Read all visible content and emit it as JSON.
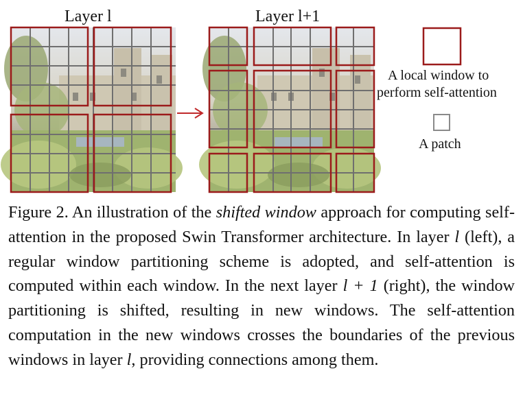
{
  "figure": {
    "layer_l_label": "Layer l",
    "layer_l1_label": "Layer l+1",
    "legend_window_line1": "A local window to",
    "legend_window_line2": "perform self-attention",
    "legend_patch": "A patch",
    "colors": {
      "window_border": "#9b1b1b",
      "grid_line": "#6f6f6f",
      "arrow": "#c0282a"
    }
  },
  "caption": {
    "lead": "Figure 2. An illustration of the ",
    "em_term": "shifted window",
    "part1": " approach for computing self-attention in the proposed Swin Transformer architecture.  In layer ",
    "var_l": "l",
    "part2": " (left), a regular window partitioning scheme is adopted, and self-attention is computed within each window.  In the next layer ",
    "var_l1": "l + 1",
    "part3": " (right), the window partitioning is shifted, resulting in new windows. The self-attention computation in the new windows crosses the boundaries of the previous windows in layer ",
    "var_l_end": "l",
    "part4": ", providing connections among them."
  }
}
